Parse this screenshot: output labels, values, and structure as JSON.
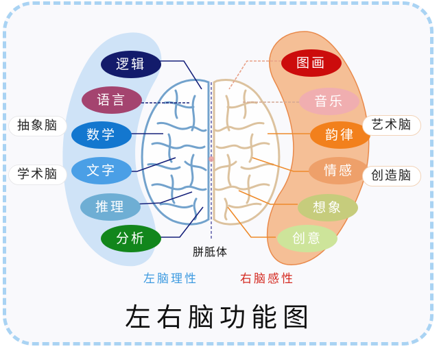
{
  "title": "左右脑功能图",
  "colors": {
    "frame_border": "#a9d3f3",
    "left_region": "#cfe3f7",
    "right_region": "#f5bf96",
    "right_region_stroke": "#e9894a",
    "left_brain_stroke": "#5b93c4",
    "right_brain_stroke": "#d8b98e",
    "left_connector": "#15207a",
    "right_connector": "#ee8a2a",
    "left_caption": "#3d9ae0",
    "right_caption": "#d42a21"
  },
  "left_hemisphere": {
    "caption": "左脑理性",
    "functions": [
      {
        "label": "逻辑",
        "color": "#131b6b"
      },
      {
        "label": "语言",
        "color": "#a4446f"
      },
      {
        "label": "数学",
        "color": "#1377cf"
      },
      {
        "label": "文字",
        "color": "#4a9fe6"
      },
      {
        "label": "推理",
        "color": "#6eaed4"
      },
      {
        "label": "分析",
        "color": "#12861c"
      }
    ],
    "categories": [
      "抽象脑",
      "学术脑"
    ]
  },
  "right_hemisphere": {
    "caption": "右脑感性",
    "functions": [
      {
        "label": "图画",
        "color": "#cc0c0c"
      },
      {
        "label": "音乐",
        "color": "#f0aeb0"
      },
      {
        "label": "韵律",
        "color": "#f2801c"
      },
      {
        "label": "情感",
        "color": "#eea06a"
      },
      {
        "label": "想象",
        "color": "#c6cc7c"
      },
      {
        "label": "创意",
        "color": "#cde49a"
      }
    ],
    "categories": [
      "艺术脑",
      "创造脑"
    ]
  },
  "center": {
    "label": "胼胝体"
  }
}
